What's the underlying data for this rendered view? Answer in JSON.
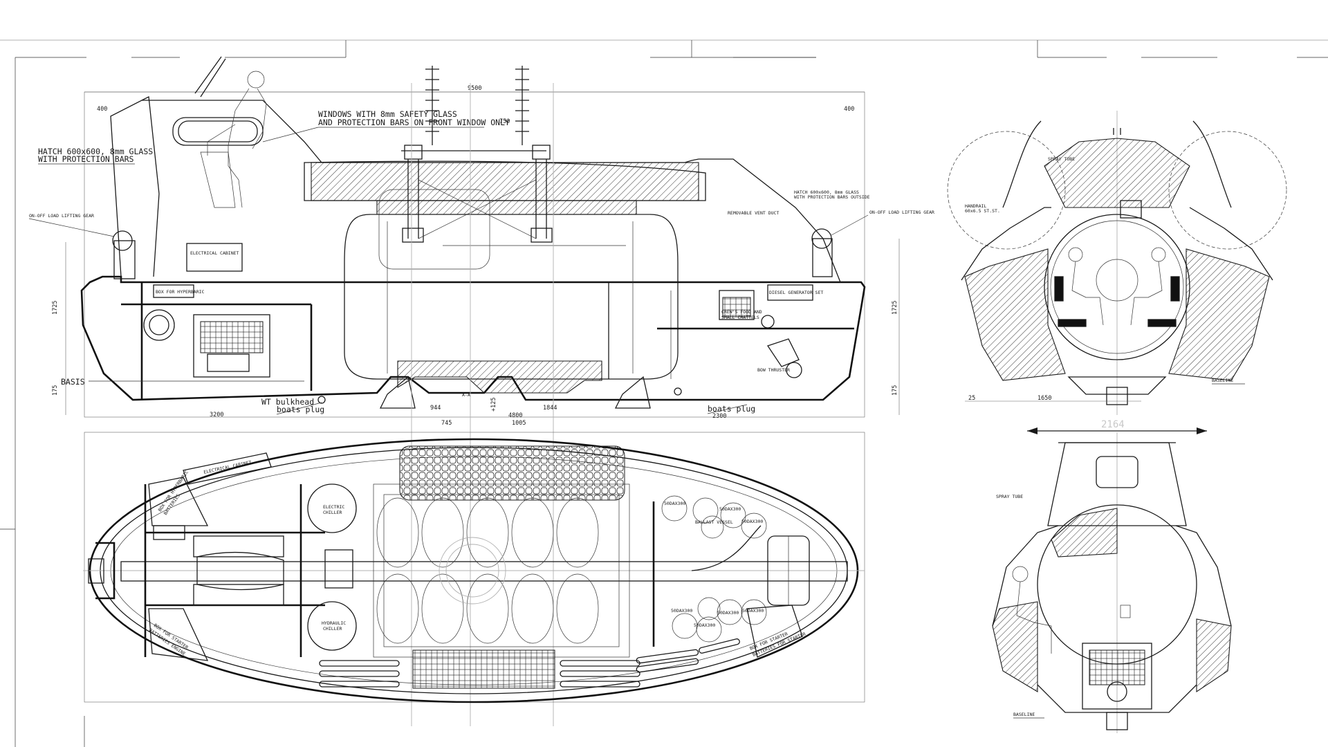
{
  "labels": {
    "windows_line1": "WINDOWS WITH 8mm SAFETY GLASS",
    "windows_line2": "AND PROTECTION BARS ON FRONT WINDOW ONLY",
    "hatch_line1": "HATCH 600x600, 8mm GLASS",
    "hatch_line2": "WITH PROTECTION BARS",
    "onoff_left": "ON-OFF LOAD LIFTING GEAR",
    "onoff_right": "ON-OFF LOAD LIFTING GEAR",
    "electrical_cabinet": "ELECTRICAL CABINET",
    "box_hyperbaric": "BOX FOR HYPERBARIC",
    "basis": "BASIS",
    "wt_bulkhead": "WT bulkhead",
    "boats_plug_left": "boats plug",
    "boats_plug_right": "boats plug",
    "hatch_right_line1": "HATCH 600x600, 8mm GLASS",
    "hatch_right_line2": "WITH PROTECTION BARS OUTSIDE",
    "removable_vent": "REMOVABLE VENT DUCT",
    "diesel_generator": "DIESEL GENERATOR SET",
    "crews_food_line1": "CREW'S FOOD AND",
    "crews_food_line2": "SMALL CHATTELS",
    "bow_thruster": "BOW THRUSTER",
    "section_aa": "A-A",
    "spray_tube_top": "SPRAY TUBE",
    "handrail_line1": "HANDRAIL",
    "handrail_line2": "60x6.5 ST.ST.",
    "baseline_top": "BASELINE",
    "spray_tube_bottom": "SPRAY TUBE",
    "baseline_bottom": "BASELINE",
    "electrical_cabinet_plan": "ELECTRICAL CABINET",
    "box_batteries_line1": "BOX FOR HYPERBARIC",
    "box_batteries_line2": "BATTERIES",
    "electric_chiller_line1": "ELECTRIC",
    "electric_chiller_line2": "CHILLER",
    "hydraulic_chiller_line1": "HYDRAULIC",
    "hydraulic_chiller_line2": "CHILLER",
    "ballast_vessel": "BALLAST VESSEL",
    "bottle": "50DAX300",
    "box_starter_line1": "BOX FOR STARTER",
    "box_starter_line2": "BATTERIES FOR STARTER",
    "box_lower_left_line1": "BOX FOR STARTER",
    "box_lower_left_line2": "BATTERIES ENGINE"
  },
  "dimensions": {
    "overall_length": "9500",
    "left_400": "400",
    "right_400": "400",
    "d_750": "750",
    "h_1725_left": "1725",
    "h_1725_right": "1725",
    "h_175_left": "175",
    "h_175_right": "175",
    "d_3200": "3200",
    "d_944": "944",
    "d_4800": "4800",
    "d_1844": "1844",
    "d_2300": "2300",
    "d_745": "745",
    "d_1005": "1005",
    "d_125": "+125",
    "d_25": "25",
    "d_1650": "1650",
    "beam_2164": "2164"
  },
  "colors": {
    "ink": "#1a1a1a",
    "grey_construction": "#b0b0b0",
    "background": "#ffffff"
  }
}
